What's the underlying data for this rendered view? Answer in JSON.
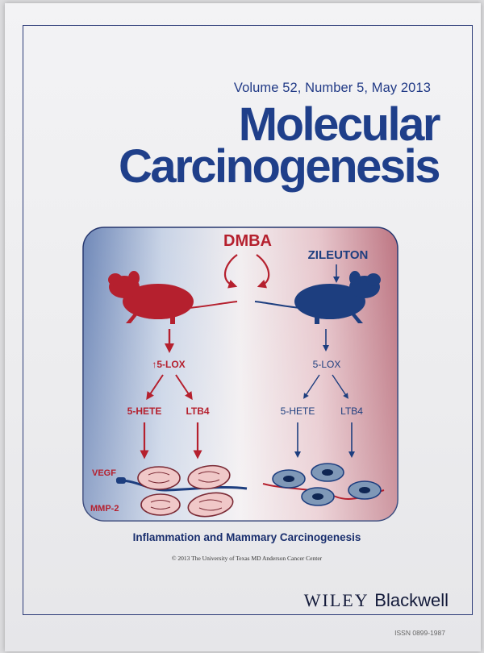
{
  "cover": {
    "issue": "Volume 52, Number 5, May 2013",
    "title_line1": "Molecular",
    "title_line2": "Carcinogenesis",
    "caption": "Inflammation and Mammary Carcinogenesis",
    "copyright": "© 2013 The University of Texas MD Anderson Cancer Center",
    "publisher_main": "WILEY",
    "publisher_sub": "Blackwell",
    "issn": "ISSN 0899-1987"
  },
  "figure": {
    "agent": "DMBA",
    "treatment": "ZILEUTON",
    "left": {
      "enzyme": "↑5-LOX",
      "metabolite1": "5-HETE",
      "metabolite2": "LTB4",
      "marker1": "VEGF",
      "marker2": "MMP-2"
    },
    "right": {
      "enzyme": "5-LOX",
      "metabolite1": "5-HETE",
      "metabolite2": "LTB4"
    }
  },
  "colors": {
    "title_blue": "#1f3f8a",
    "red": "#b5202e",
    "blue": "#1d3e7f"
  }
}
